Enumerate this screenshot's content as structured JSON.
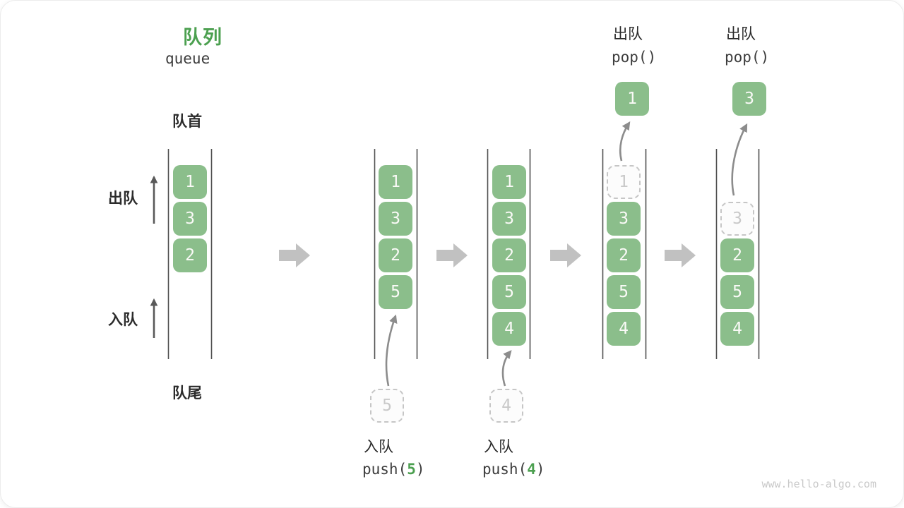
{
  "title": {
    "zh": "队列",
    "en": "queue"
  },
  "side_labels": {
    "front": "队首",
    "dequeue": "出队",
    "enqueue": "入队",
    "rear": "队尾"
  },
  "states": [
    {
      "name": "initial",
      "cells": [
        {
          "value": "1",
          "style": "solid"
        },
        {
          "value": "3",
          "style": "solid"
        },
        {
          "value": "2",
          "style": "solid"
        }
      ]
    },
    {
      "name": "after-push-5",
      "cells": [
        {
          "value": "1",
          "style": "solid"
        },
        {
          "value": "3",
          "style": "solid"
        },
        {
          "value": "2",
          "style": "solid"
        },
        {
          "value": "5",
          "style": "solid"
        }
      ],
      "input_value": "5",
      "caption": {
        "action": "入队",
        "code_fn": "push(",
        "code_arg": "5",
        "code_close": ")"
      }
    },
    {
      "name": "after-push-4",
      "cells": [
        {
          "value": "1",
          "style": "solid"
        },
        {
          "value": "3",
          "style": "solid"
        },
        {
          "value": "2",
          "style": "solid"
        },
        {
          "value": "5",
          "style": "solid"
        },
        {
          "value": "4",
          "style": "solid"
        }
      ],
      "input_value": "4",
      "caption": {
        "action": "入队",
        "code_fn": "push(",
        "code_arg": "4",
        "code_close": ")"
      }
    },
    {
      "name": "after-pop-1",
      "cells": [
        {
          "value": "1",
          "style": "dashed"
        },
        {
          "value": "3",
          "style": "solid"
        },
        {
          "value": "2",
          "style": "solid"
        },
        {
          "value": "5",
          "style": "solid"
        },
        {
          "value": "4",
          "style": "solid"
        }
      ],
      "output_value": "1",
      "header": {
        "action": "出队",
        "code": "pop()"
      }
    },
    {
      "name": "after-pop-3",
      "cells": [
        {
          "value": "3",
          "style": "dashed"
        },
        {
          "value": "2",
          "style": "solid"
        },
        {
          "value": "5",
          "style": "solid"
        },
        {
          "value": "4",
          "style": "solid"
        }
      ],
      "output_value": "3",
      "header": {
        "action": "出队",
        "code": "pop()"
      }
    }
  ],
  "colors": {
    "accent_green": "#4CA050",
    "box_green": "#8BBE8B",
    "box_text": "#FAFAF7",
    "dashed_border": "#C6C6C6",
    "dashed_text": "#C9C9C9",
    "wall": "#4F4F4F",
    "side_arrow": "#595959",
    "flow_arrow": "#8C8C8C",
    "block_arrow": "#C1C1C1",
    "label_text": "#2B2B2B",
    "code_text": "#3C3C3C",
    "watermark": "#C9C9C9"
  },
  "watermark": "www.hello-algo.com"
}
